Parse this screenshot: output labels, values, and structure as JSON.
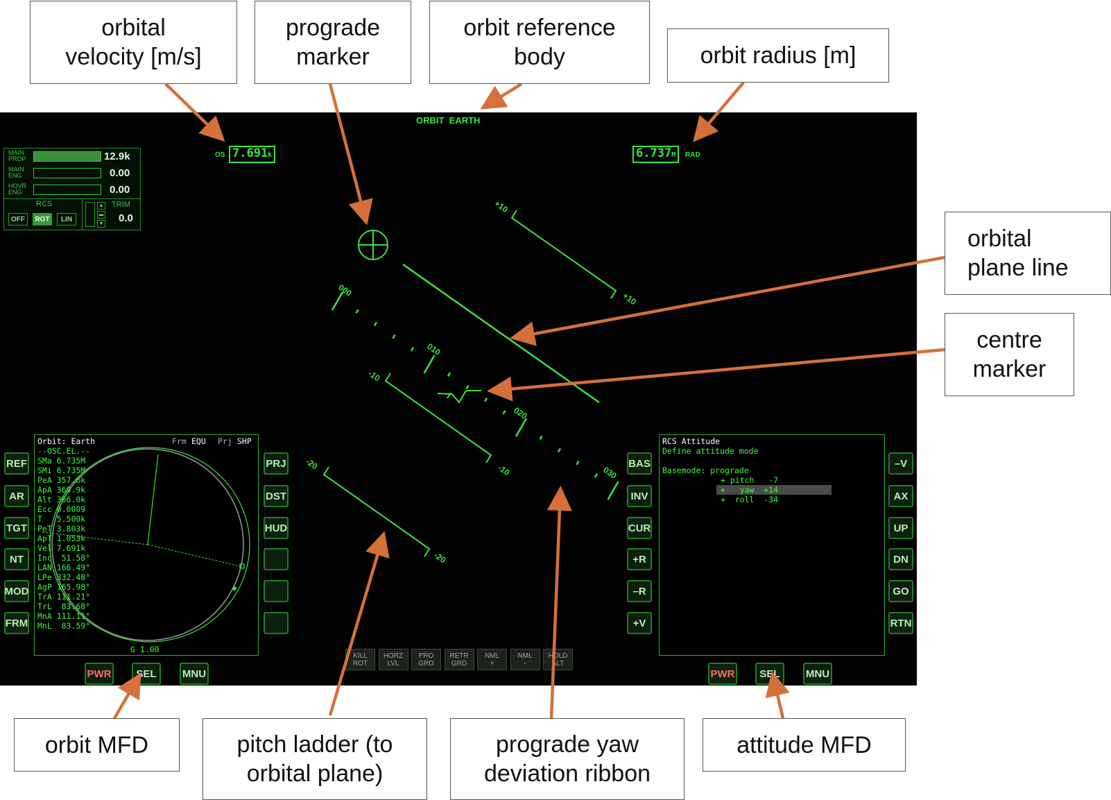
{
  "callouts": {
    "orbital_velocity": "orbital\nvelocity [m/s]",
    "prograde_marker": "prograde\nmarker",
    "orbit_reference_body": "orbit reference\nbody",
    "orbit_radius": "orbit radius [m]",
    "orbital_plane_line": "orbital\nplane line",
    "centre_marker": "centre\nmarker",
    "orbit_mfd": "orbit MFD",
    "pitch_ladder": "pitch ladder (to\norbital plane)",
    "prograde_yaw_ribbon": "prograde yaw\ndeviation ribbon",
    "attitude_mfd": "attitude MFD"
  },
  "hud": {
    "mode_title": "ORBIT  EARTH",
    "velocity_prefix": "OS",
    "velocity_value": "7.691",
    "velocity_unit": "k",
    "radius_value": "6.737",
    "radius_unit": "M",
    "radius_suffix": "RAD",
    "yaw_ribbon_labels": [
      "000",
      "010",
      "020",
      "030"
    ],
    "pitch_labels": [
      "+10",
      "+10",
      "-10",
      "-10",
      "-20",
      "-20"
    ]
  },
  "status_panel": {
    "main_prop_label": "MAIN\nPROP",
    "main_prop_value": "12.9k",
    "main_prop_fill": 1.0,
    "main_eng_label": "MAIN\nENG",
    "main_eng_value": "0.00",
    "hovr_eng_label": "HOVR\nENG",
    "hovr_eng_value": "0.00",
    "rcs_label": "RCS",
    "rcs_buttons": [
      "OFF",
      "ROT",
      "LIN"
    ],
    "rcs_active": "ROT",
    "trim_label": "TRIM",
    "trim_value": "0.0"
  },
  "orbit_mfd": {
    "title": "Orbit: Earth",
    "frm_label": "Frm",
    "frm_value": "EQU",
    "prj_label": "Prj",
    "prj_value": "SHP",
    "header": "--OSC.EL.--",
    "elements": [
      "SMa 6.735M",
      "SMi 6.735M",
      "PeA 357.6k",
      "ApA 369.9k",
      "Alt 366.0k",
      "Ecc 0.0009",
      "T   5.500k",
      "PeT 3.803k",
      "ApT 1.053k",
      "Vel 7.691k",
      "Inc  51.58°",
      "LAN 166.49°",
      "LPe 332.48°",
      "AgP 165.98°",
      "TrA 111.21°",
      "TrL  83.68°",
      "MnA 111.11°",
      "MnL  83.59°"
    ],
    "footer": "G 1.00",
    "left_buttons": [
      "REF",
      "AR",
      "TGT",
      "NT",
      "MOD",
      "FRM"
    ],
    "right_buttons": [
      "PRJ",
      "DST",
      "HUD",
      "",
      "",
      ""
    ],
    "bottom_buttons": [
      "PWR",
      "SEL",
      "MNU"
    ]
  },
  "attitude_mfd": {
    "title": "RCS Attitude",
    "subtitle": "Define attitude mode",
    "basemode": "Basemode: prograde",
    "rows": [
      "+ pitch   -7",
      "+   yaw  +14",
      "+  roll  -34"
    ],
    "selected_row": 1,
    "left_buttons": [
      "BAS",
      "INV",
      "CUR",
      "+R",
      "–R",
      "+V"
    ],
    "right_buttons": [
      "–V",
      "AX",
      "UP",
      "DN",
      "GO",
      "RTN"
    ],
    "bottom_buttons": [
      "PWR",
      "SEL",
      "MNU"
    ]
  },
  "autopilot_buttons": [
    {
      "line1": "KILL",
      "line2": "ROT"
    },
    {
      "line1": "HORZ",
      "line2": "LVL"
    },
    {
      "line1": "PRO",
      "line2": "GRD"
    },
    {
      "line1": "RETR",
      "line2": "GRD"
    },
    {
      "line1": "NML",
      "line2": "+"
    },
    {
      "line1": "NML",
      "line2": "-"
    },
    {
      "line1": "HOLD",
      "line2": "ALT"
    }
  ],
  "colors": {
    "hud_green": "#39e639",
    "arrow_orange": "#d5703a",
    "mfd_text": "#39ff39",
    "mfd_text_dim": "#b0b0b0",
    "screen_bg": "#020202"
  }
}
